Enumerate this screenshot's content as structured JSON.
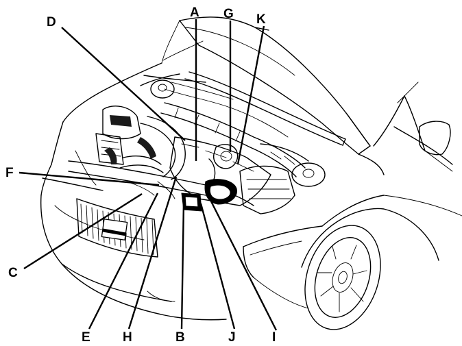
{
  "callouts": [
    {
      "id": "A",
      "label": "A"
    },
    {
      "id": "G",
      "label": "G"
    },
    {
      "id": "K",
      "label": "K"
    },
    {
      "id": "D",
      "label": "D"
    },
    {
      "id": "F",
      "label": "F"
    },
    {
      "id": "C",
      "label": "C"
    },
    {
      "id": "E",
      "label": "E"
    },
    {
      "id": "H",
      "label": "H"
    },
    {
      "id": "B",
      "label": "B"
    },
    {
      "id": "J",
      "label": "J"
    },
    {
      "id": "I",
      "label": "I"
    }
  ],
  "colors": {
    "line": "#000000",
    "background": "#ffffff"
  }
}
